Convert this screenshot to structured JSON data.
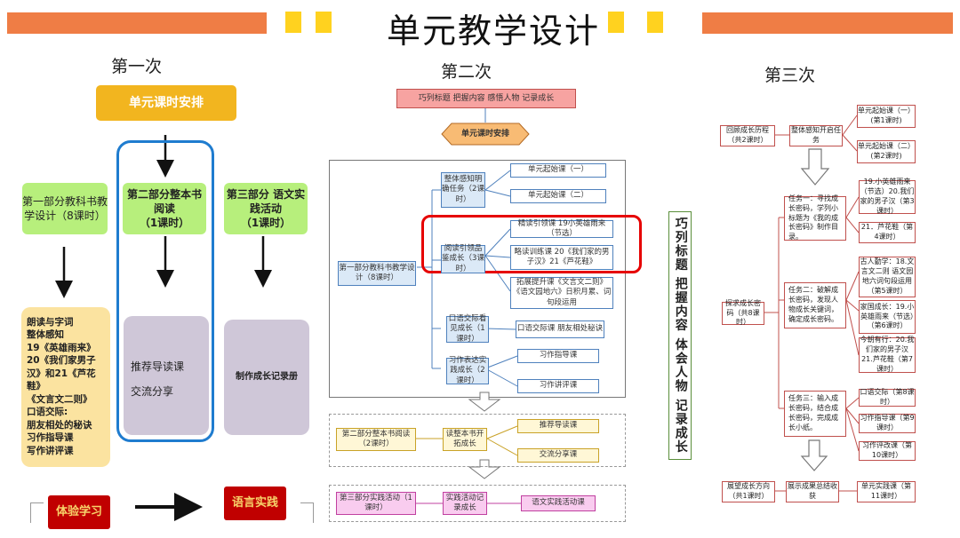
{
  "title": "单元教学设计",
  "colors": {
    "orange": "#ef7d45",
    "yellow": "#ffd21f",
    "green": "#b7ef7c",
    "gold": "#f2b51f",
    "lavender": "#cfc7d8",
    "cream": "#fbe3a0",
    "blue_frame": "#1f7ccf",
    "dark_red": "#c00000"
  },
  "section1": {
    "heading": "第一次",
    "top_box": "单元课时安排",
    "part1": "第一部分教科书教学设计（8课时）",
    "part2_title": "第二部分整本书阅读",
    "part2_hours": "（1课时）",
    "part3_title": "第三部分 语文实践活动",
    "part3_hours": "（1课时）",
    "list_items": [
      "朗读与字词",
      "整体感知",
      "19《英雄雨来》",
      "20《我们家男子汉》和21《芦花鞋》",
      "《文言文二则》",
      "口语交际:",
      "朋友相处的秘诀",
      "习作指导课",
      "写作讲评课"
    ],
    "mid_line1": "推荐导读课",
    "mid_line2": "交流分享",
    "right_box": "制作成长记录册",
    "bottom_left": "体验学习",
    "bottom_right": "语言实践"
  },
  "section2": {
    "heading": "第二次",
    "banner": "巧列标题 把握内容 感悟人物 记录成长",
    "arrow_label": "单元课时安排",
    "part1": "第一部分教科书教学设计（8课时）",
    "g1": "整体感知明确任务（2课时）",
    "g1a": "单元起始课（一）",
    "g1b": "单元起始课（二）",
    "g2": "阅读引领品鉴成长（3课时）",
    "g2a": "精读引领课 19小英雄雨来（节选）",
    "g2b": "略读训练课 20《我们家的男子汉》21《芦花鞋》",
    "g2c": "拓展提升课《文言文二则》《语文园地六》日积月累、词句段运用",
    "g3": "口语交际看见成长（1课时）",
    "g3a": "口语交际课 朋友相处秘诀",
    "g4": "习作表达实践成长（2课时）",
    "g4a": "习作指导课",
    "g4b": "习作讲评课",
    "part2": "第二部分整本书阅读（2课时）",
    "p2mid": "读整本书开拓成长",
    "p2a": "推荐导读课",
    "p2b": "交流分享课",
    "part3": "第三部分实践活动（1课时）",
    "p3mid": "实践活动记录成长",
    "p3a": "语文实践活动课"
  },
  "section3": {
    "heading": "第三次",
    "vertical": "巧列标题 把握内容 体会人物 记录成长",
    "huigu": "回顾成长历程（共2课时）",
    "zhengti": "整体感知开启任务",
    "qishi1": "单元起始课（一）(第1课时)",
    "qishi2": "单元起始课（二）(第2课时)",
    "tansuo": "探求成长密码（共8课时）",
    "task1": "任务一：寻找成长密码，学列小标题为《我的成长密码》制作目录。",
    "t1a": "19.小英雄雨来（节选）20.我们家的男子汉（第3课时）",
    "t1b": "21．芦花鞋（第4课时）",
    "task2": "任务二：破解成长密码，发现人物成长关键词，确定成长密码。",
    "t2a": "古人勤学：18.文言文二则 语文园地六词句段运用（第5课时）",
    "t2b": "家国成长：19.小英雄雨来（节选）（第6课时）",
    "t2c": "今朝有行：20.我们家的男子汉 21.芦花鞋（第7课时）",
    "task3": "任务三：输入成长密码，结合成长密码，完成成长小纸。",
    "t3a": "口语交际（第8课时）",
    "t3b": "习作指导课（第9课时）",
    "t3c": "习作评改课（第10课时）",
    "zhanwang": "展望成长方向（共1课时）",
    "zhanshi": "展示成果总结收获",
    "last": "单元实践课（第11课时）"
  }
}
